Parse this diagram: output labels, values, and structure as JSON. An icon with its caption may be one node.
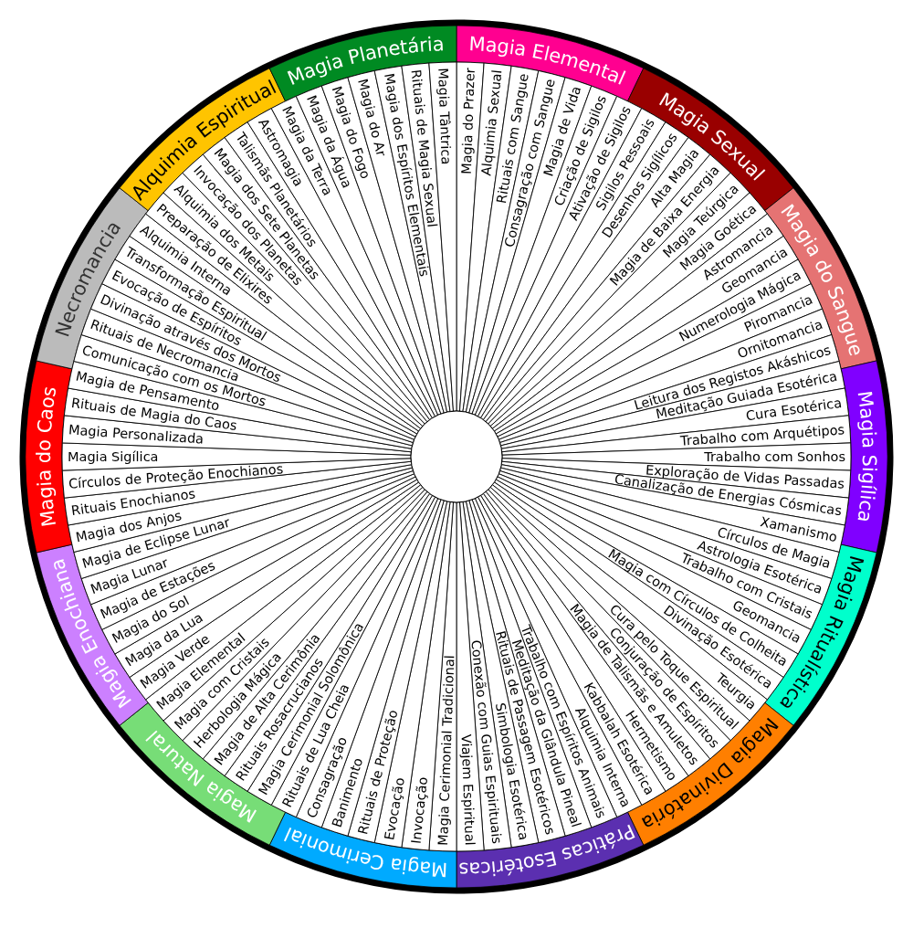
{
  "diagram": {
    "nodes": [
      {
        "text": [
          "Magia Elemental"
        ]
      },
      {
        "text": [
          "Magia Sexual"
        ]
      },
      {
        "text": [
          "Magia do Sangue"
        ]
      },
      {
        "text": [
          "Magia Sigílica"
        ]
      },
      {
        "text": [
          "Magia Ritualística"
        ]
      },
      {
        "text": [
          "Magia Divinatória"
        ]
      },
      {
        "text": [
          "Práticas Esotéricas"
        ]
      },
      {
        "text": [
          "Magia Cerimonial"
        ]
      },
      {
        "text": [
          "Magia Natural"
        ]
      },
      {
        "text": [
          "Magia Enochiana"
        ]
      },
      {
        "text": [
          "Magia do Caos"
        ]
      },
      {
        "text": [
          "Necromancia"
        ]
      },
      {
        "text": [
          "Alquimia Espiritual"
        ]
      },
      {
        "text": [
          "Magia Planetária"
        ]
      },
      {
        "text": [
          "Magia do Prazer"
        ]
      },
      {
        "text": [
          "Alquimia Sexual"
        ]
      },
      {
        "text": [
          "Rituais com Sangue"
        ]
      },
      {
        "text": [
          "Consagração com Sangue"
        ]
      },
      {
        "text": [
          "Magia de Vida"
        ]
      },
      {
        "text": [
          "Criação de Sigilos"
        ]
      },
      {
        "text": [
          "Ativação de Sigilos"
        ]
      },
      {
        "text": [
          "Sigilos Pessoais"
        ]
      },
      {
        "text": [
          "Desenhos Sigílicos"
        ]
      },
      {
        "text": [
          "Alta Magia"
        ]
      },
      {
        "text": [
          "Magia de Baixa Energia"
        ]
      },
      {
        "text": [
          "Magia Teúrgica"
        ]
      },
      {
        "text": [
          "Magia Goética"
        ]
      },
      {
        "text": [
          "Astromancia"
        ]
      },
      {
        "text": [
          "Geomancia"
        ]
      },
      {
        "text": [
          "Numerologia Mágica"
        ]
      },
      {
        "text": [
          "Piromancia"
        ]
      },
      {
        "text": [
          "Ornitomancia"
        ]
      },
      {
        "text": [
          "Leitura dos Registos Akáshicos"
        ]
      },
      {
        "text": [
          "Meditação Guiada Esotérica"
        ]
      },
      {
        "text": [
          "Cura Esotérica"
        ]
      },
      {
        "text": [
          "Trabalho com Arquétipos"
        ]
      },
      {
        "text": [
          "Trabalho com Sonhos"
        ]
      },
      {
        "text": [
          "Exploração de Vidas Passadas"
        ]
      },
      {
        "text": [
          "Canalização de Energias Cósmicas"
        ]
      },
      {
        "text": [
          "Xamanismo"
        ]
      },
      {
        "text": [
          "Círculos de Magia"
        ]
      },
      {
        "text": [
          "Astrologia Esotérica"
        ]
      },
      {
        "text": [
          "Trabalho com Cristais"
        ]
      },
      {
        "text": [
          "Geomancia"
        ]
      },
      {
        "text": [
          "Magia com Círculos de Colheita"
        ]
      },
      {
        "text": [
          "Divinação Esotérica"
        ]
      },
      {
        "text": [
          "Teurgia"
        ]
      },
      {
        "text": [
          "Cura pelo Toque Espiritual"
        ]
      },
      {
        "text": [
          "Conjuração de Espíritos"
        ]
      },
      {
        "text": [
          "Magia de Talismãs e Amuletos"
        ]
      },
      {
        "text": [
          "Hermetismo"
        ]
      },
      {
        "text": [
          "Kabbalah Esotérica"
        ]
      },
      {
        "text": [
          "Alquimia Interna"
        ]
      },
      {
        "text": [
          "Trabalho com Espíritos Animais"
        ]
      },
      {
        "text": [
          "Meditação da Glândula Pineal"
        ]
      },
      {
        "text": [
          "Rituais de Passagem Esotéricos"
        ]
      },
      {
        "text": [
          "Simbologia Esotérica"
        ]
      },
      {
        "text": [
          "Conexão com Guias Espirituais"
        ]
      },
      {
        "text": [
          "Viajem Espiritual"
        ]
      },
      {
        "text": [
          "Magia Cerimonial Tradicional"
        ]
      },
      {
        "text": [
          "Invocação"
        ]
      },
      {
        "text": [
          "Evocação"
        ]
      },
      {
        "text": [
          "Rituais de Proteção"
        ]
      },
      {
        "text": [
          "Banimento"
        ]
      },
      {
        "text": [
          "Consagração"
        ]
      },
      {
        "text": [
          "Rituais de Lua Cheia"
        ]
      },
      {
        "text": [
          "Magia Cerimonial Solomônica"
        ]
      },
      {
        "text": [
          "Rituais Rosacrucianos"
        ]
      },
      {
        "text": [
          "Magia de Alta Cerimônia"
        ]
      },
      {
        "text": [
          "Herbologia Mágica"
        ]
      },
      {
        "text": [
          "Magia com Cristais"
        ]
      },
      {
        "text": [
          "Magia Elemental"
        ]
      },
      {
        "text": [
          "Magia Verde"
        ]
      },
      {
        "text": [
          "Magia da Lua"
        ]
      },
      {
        "text": [
          "Magia do Sol"
        ]
      },
      {
        "text": [
          "Magia de Estações"
        ]
      },
      {
        "text": [
          "Magia Lunar"
        ]
      },
      {
        "text": [
          "Magia de Eclipse Lunar"
        ]
      },
      {
        "text": [
          "Magia dos Anjos"
        ]
      },
      {
        "text": [
          "Rituais Enochianos"
        ]
      },
      {
        "text": [
          "Círculos de Proteção Enochianos"
        ]
      },
      {
        "text": [
          "Magia Sigílica"
        ]
      },
      {
        "text": [
          "Magia Personalizada"
        ]
      },
      {
        "text": [
          "Rituais de Magia do Caos"
        ]
      },
      {
        "text": [
          "Magia de Pensamento"
        ]
      },
      {
        "text": [
          "Comunicação com os Mortos"
        ]
      },
      {
        "text": [
          "Rituais de Necromancia"
        ]
      },
      {
        "text": [
          "Divinação através dos Mortos"
        ]
      },
      {
        "text": [
          "Evocação de Espíritos"
        ]
      },
      {
        "text": [
          "Transformação Espiritual"
        ]
      },
      {
        "text": [
          "Alquimia Interna"
        ]
      },
      {
        "text": [
          "Preparação de Elixires"
        ]
      },
      {
        "text": [
          "Alquimia dos Metais"
        ]
      },
      {
        "text": [
          "Invocação dos Planetas"
        ]
      },
      {
        "text": [
          "Magia dos Sete Planetas"
        ]
      },
      {
        "text": [
          "Talismãs Planetários"
        ]
      },
      {
        "text": [
          "Astromagia"
        ]
      },
      {
        "text": [
          "Magia da Terra"
        ]
      },
      {
        "text": [
          "Magia da Água"
        ]
      },
      {
        "text": [
          "Magia do Fogo"
        ]
      },
      {
        "text": [
          "Magia do Ar"
        ]
      },
      {
        "text": [
          "Magia dos Espíritos Elementais"
        ]
      },
      {
        "text": [
          "Rituais de Magia Sexual"
        ]
      },
      {
        "text": [
          "Magia Tântrica"
        ]
      },
      {
        "text": [],
        "shape": "circle"
      }
    ]
  }
}
